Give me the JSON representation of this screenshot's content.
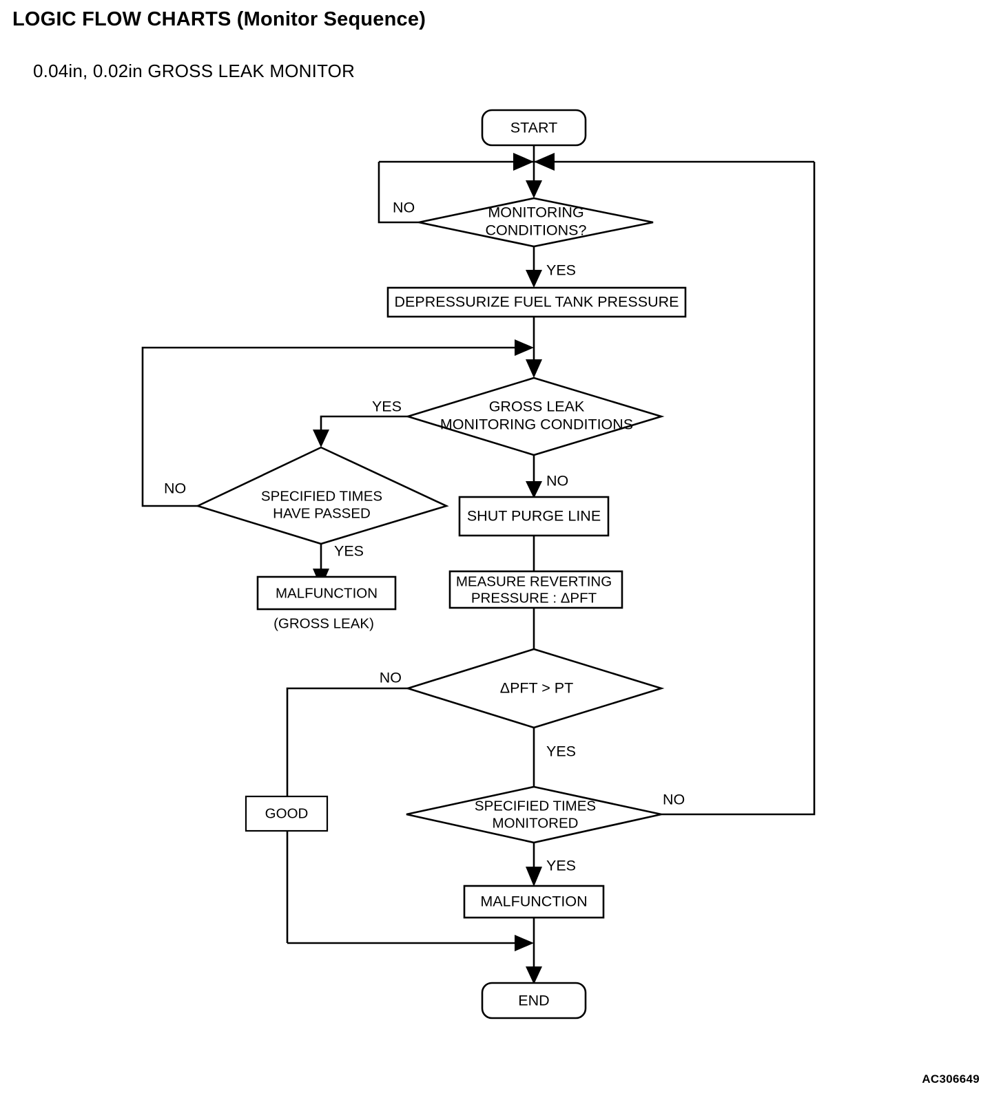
{
  "document": {
    "title": "LOGIC FLOW CHARTS (Monitor Sequence)",
    "subtitle": "0.04in, 0.02in GROSS LEAK MONITOR",
    "figure_code": "AC306649"
  },
  "chart_data": {
    "type": "diagram",
    "diagram_kind": "flowchart",
    "title": "0.04in, 0.02in GROSS LEAK MONITOR",
    "nodes": [
      {
        "id": "start",
        "shape": "terminator",
        "text": "START"
      },
      {
        "id": "mon_cond",
        "shape": "decision",
        "text": "MONITORING CONDITIONS?",
        "line1": "MONITORING",
        "line2": "CONDITIONS?"
      },
      {
        "id": "depress",
        "shape": "process",
        "text": "DEPRESSURIZE FUEL TANK PRESSURE"
      },
      {
        "id": "gross_cond",
        "shape": "decision",
        "text": "GROSS LEAK MONITORING CONDITIONS",
        "line1": "GROSS LEAK",
        "line2": "MONITORING CONDITIONS"
      },
      {
        "id": "times_passed",
        "shape": "decision",
        "text": "SPECIFIED TIMES HAVE PASSED",
        "line1": "SPECIFIED TIMES",
        "line2": "HAVE PASSED"
      },
      {
        "id": "malf_gross",
        "shape": "process",
        "text": "MALFUNCTION"
      },
      {
        "id": "malf_gross_note",
        "shape": "caption",
        "text": "(GROSS LEAK)"
      },
      {
        "id": "shut_purge",
        "shape": "process",
        "text": "SHUT PURGE LINE"
      },
      {
        "id": "measure",
        "shape": "process",
        "text": "MEASURE REVERTING PRESSURE : ΔPFT",
        "line1": "MEASURE REVERTING",
        "line2": "PRESSURE : ΔPFT"
      },
      {
        "id": "pft_gt_pt",
        "shape": "decision",
        "text": "ΔPFT > PT"
      },
      {
        "id": "good",
        "shape": "process",
        "text": "GOOD"
      },
      {
        "id": "times_mon",
        "shape": "decision",
        "text": "SPECIFIED TIMES MONITORED",
        "line1": "SPECIFIED TIMES",
        "line2": "MONITORED"
      },
      {
        "id": "malf_2",
        "shape": "process",
        "text": "MALFUNCTION"
      },
      {
        "id": "end",
        "shape": "terminator",
        "text": "END"
      }
    ],
    "edges": [
      {
        "from": "start",
        "to": "mon_cond",
        "label": ""
      },
      {
        "from": "mon_cond",
        "to": "mon_cond",
        "label": "NO",
        "note": "loops back above MONITORING CONDITIONS?"
      },
      {
        "from": "mon_cond",
        "to": "depress",
        "label": "YES"
      },
      {
        "from": "depress",
        "to": "gross_cond",
        "label": ""
      },
      {
        "from": "gross_cond",
        "to": "times_passed",
        "label": "YES"
      },
      {
        "from": "gross_cond",
        "to": "shut_purge",
        "label": "NO"
      },
      {
        "from": "times_passed",
        "to": "gross_cond",
        "label": "NO",
        "note": "loops back above GROSS LEAK diamond"
      },
      {
        "from": "times_passed",
        "to": "malf_gross",
        "label": "YES"
      },
      {
        "from": "shut_purge",
        "to": "measure",
        "label": ""
      },
      {
        "from": "measure",
        "to": "pft_gt_pt",
        "label": ""
      },
      {
        "from": "pft_gt_pt",
        "to": "good",
        "label": "NO"
      },
      {
        "from": "pft_gt_pt",
        "to": "times_mon",
        "label": "YES"
      },
      {
        "from": "times_mon",
        "to": "mon_cond",
        "label": "NO",
        "note": "loops back to start merge point"
      },
      {
        "from": "times_mon",
        "to": "malf_2",
        "label": "YES"
      },
      {
        "from": "good",
        "to": "end",
        "label": ""
      },
      {
        "from": "malf_2",
        "to": "end",
        "label": ""
      }
    ],
    "branch_labels": {
      "mon_no": "NO",
      "mon_yes": "YES",
      "gross_yes": "YES",
      "gross_no": "NO",
      "passed_no": "NO",
      "passed_yes": "YES",
      "pft_no": "NO",
      "pft_yes": "YES",
      "monitored_no": "NO",
      "monitored_yes": "YES"
    },
    "colors": {
      "stroke": "#000000",
      "fill": "#ffffff",
      "text": "#000000"
    }
  },
  "nodes": {
    "start": "START",
    "mon_cond_l1": "MONITORING",
    "mon_cond_l2": "CONDITIONS?",
    "depress": "DEPRESSURIZE FUEL TANK PRESSURE",
    "gross_cond_l1": "GROSS LEAK",
    "gross_cond_l2": "MONITORING CONDITIONS",
    "times_passed_l1": "SPECIFIED TIMES",
    "times_passed_l2": "HAVE PASSED",
    "malf_gross": "MALFUNCTION",
    "malf_gross_note": "(GROSS LEAK)",
    "shut_purge": "SHUT PURGE LINE",
    "measure_l1": "MEASURE REVERTING",
    "measure_l2": "PRESSURE : ΔPFT",
    "pft_gt_pt": "ΔPFT > PT",
    "good": "GOOD",
    "times_mon_l1": "SPECIFIED TIMES",
    "times_mon_l2": "MONITORED",
    "malf_2": "MALFUNCTION",
    "end": "END"
  },
  "labels": {
    "mon_no": "NO",
    "mon_yes": "YES",
    "gross_yes": "YES",
    "gross_no": "NO",
    "passed_no": "NO",
    "passed_yes": "YES",
    "pft_no": "NO",
    "pft_yes": "YES",
    "monitored_no": "NO",
    "monitored_yes": "YES"
  }
}
